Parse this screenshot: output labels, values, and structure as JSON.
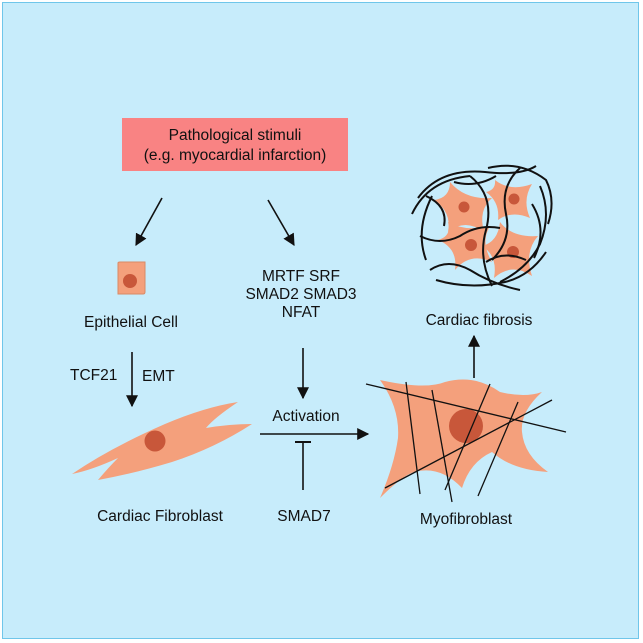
{
  "title_box": {
    "line1": "Pathological stimuli",
    "line2": "(e.g. myocardial infarction)"
  },
  "labels": {
    "epithelial_cell": "Epithelial Cell",
    "factors_line1": "MRTF SRF",
    "factors_line2": "SMAD2 SMAD3",
    "factors_line3": "NFAT",
    "cardiac_fibrosis": "Cardiac fibrosis",
    "tcf21": "TCF21",
    "emt": "EMT",
    "activation": "Activation",
    "cardiac_fibroblast": "Cardiac Fibroblast",
    "smad7": "SMAD7",
    "myofibroblast": "Myofibroblast"
  },
  "colors": {
    "background": "#c7ecfb",
    "stimuli_box": "#f98383",
    "cell_body": "#f4a07c",
    "nucleus": "#c8573a"
  }
}
